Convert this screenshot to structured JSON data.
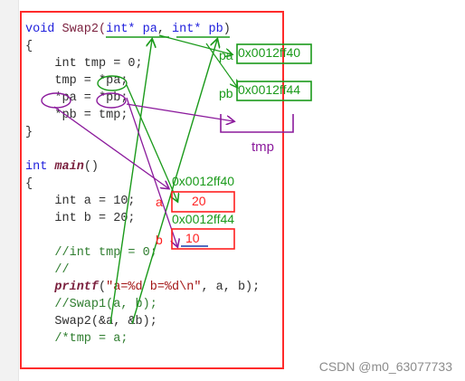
{
  "code": {
    "l1_kw": "void",
    "l1_fn": " Swap2(",
    "l1_p1": "int* pa",
    "l1_comma": ", ",
    "l1_p2": "int* pb",
    "l1_end": ")",
    "l2": "{",
    "l3": "    int tmp = 0;",
    "l4": "    tmp = *pa;",
    "l5": "    *pa = *pb;",
    "l6": "    *pb = tmp;",
    "l7": "}",
    "l8": "",
    "l9_kw": "int",
    "l9_fn": "main",
    "l9_end": "()",
    "l10": "{",
    "l11": "    int a = 10;",
    "l12": "    int b = 20;",
    "l13": "",
    "l14": "    //int tmp = 0;",
    "l15": "    //",
    "l16_fn": "printf",
    "l16_open": "(",
    "l16_str": "\"a=%d b=%d\\n\"",
    "l16_rest": ", a, b);",
    "l17": "    //Swap1(a, b);",
    "l18": "    Swap2(&a, &b);",
    "l19": "    /*tmp = a;"
  },
  "annotations": {
    "pa_label": "pa",
    "pa_value": "0x0012ff40",
    "pb_label": "pb",
    "pb_value": "0x0012ff44",
    "tmp_label": "tmp",
    "addr_a": "0x0012ff40",
    "a_label": "a",
    "a_value": "20",
    "addr_b": "0x0012ff44",
    "b_label": "b",
    "b_value": "10"
  },
  "watermark": "CSDN @m0_63077733",
  "colors": {
    "frame": "#ff2b2b",
    "green": "#1a9a1a",
    "purple": "#8b1a9c",
    "red": "#ff2020"
  }
}
